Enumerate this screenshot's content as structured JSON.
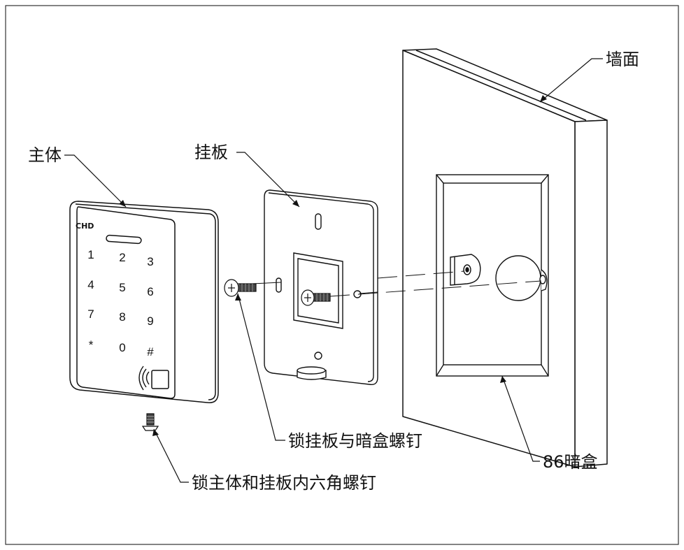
{
  "labels": {
    "body": "主体",
    "plate": "挂板",
    "wall": "墙面",
    "box": "86暗盒",
    "plate_screw": "锁挂板与暗盒螺钉",
    "hex_screw": "锁主体和挂板内六角螺钉"
  },
  "device": {
    "logo": "CHD",
    "keys": [
      "1",
      "2",
      "3",
      "4",
      "5",
      "6",
      "7",
      "8",
      "9",
      "*",
      "0",
      "#"
    ]
  }
}
